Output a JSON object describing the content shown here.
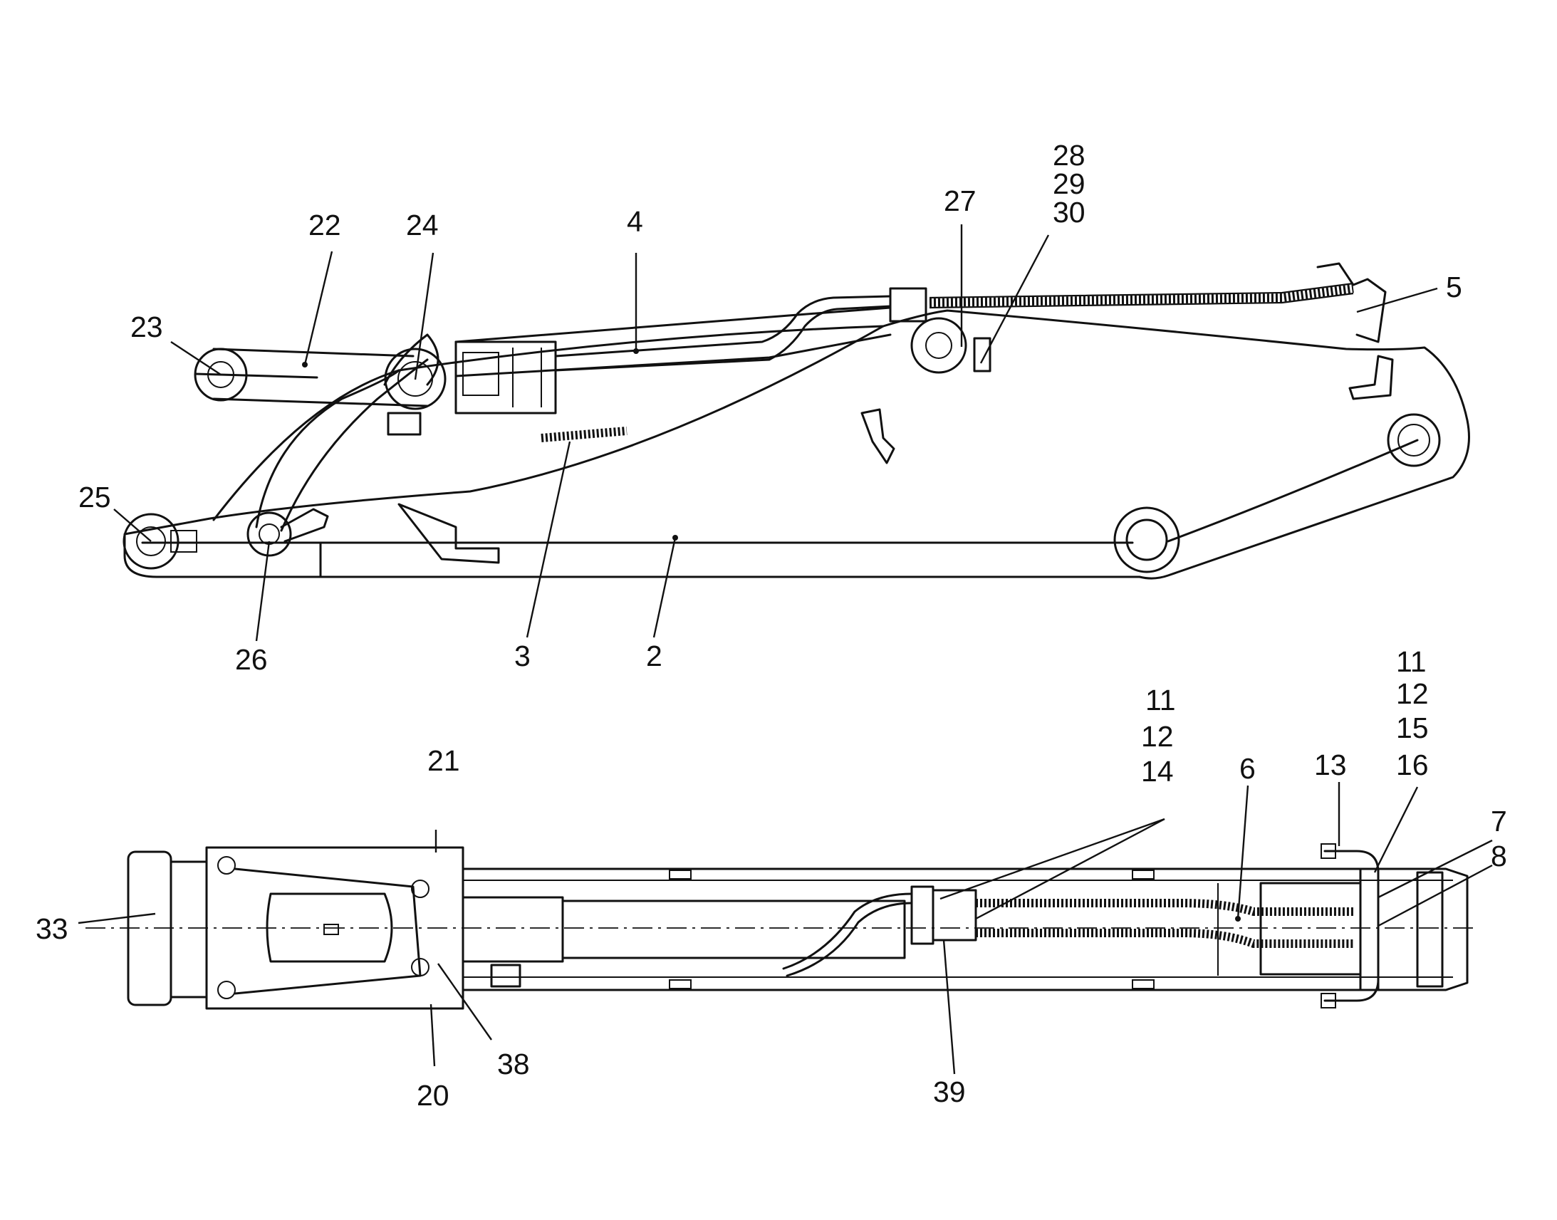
{
  "callouts": {
    "c28": "28",
    "c29": "29",
    "c30": "30",
    "c27": "27",
    "c4": "4",
    "c24": "24",
    "c22": "22",
    "c23": "23",
    "c5": "5",
    "c25": "25",
    "c26": "26",
    "c3": "3",
    "c2": "2",
    "c21": "21",
    "c11a": "11",
    "c12a": "12",
    "c14": "14",
    "c6": "6",
    "c13": "13",
    "c11b": "11",
    "c12b": "12",
    "c15": "15",
    "c16": "16",
    "c7": "7",
    "c8": "8",
    "c33": "33",
    "c20": "20",
    "c38": "38",
    "c39": "39"
  }
}
